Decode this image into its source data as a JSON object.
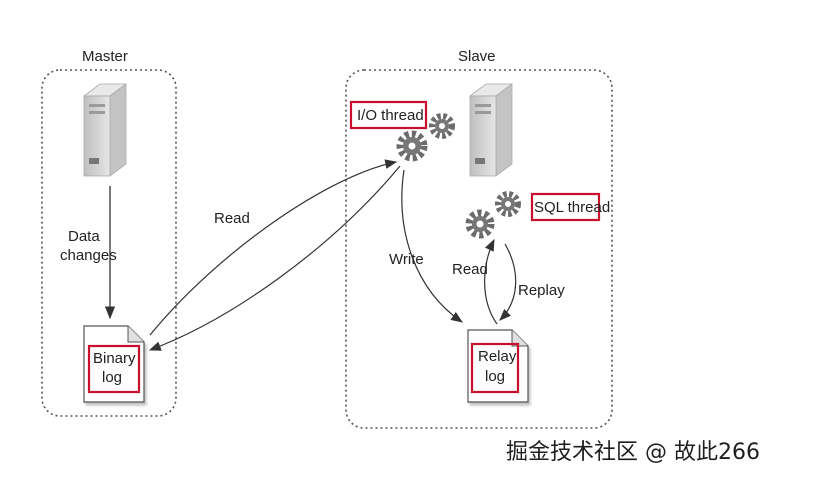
{
  "master": {
    "title": "Master",
    "data_changes_line1": "Data",
    "data_changes_line2": "changes",
    "binary_log_line1": "Binary",
    "binary_log_line2": "log"
  },
  "slave": {
    "title": "Slave",
    "io_thread": "I/O thread",
    "sql_thread": "SQL thread",
    "relay_log_line1": "Relay",
    "relay_log_line2": "log"
  },
  "arrows": {
    "read_master": "Read",
    "write": "Write",
    "read_slave": "Read",
    "replay": "Replay"
  },
  "watermark": "掘金技术社区 @ 故此266",
  "colors": {
    "highlight": "#c8102e",
    "gear": "#6b6b6b",
    "server": "#d0d0d0",
    "line": "#333333"
  }
}
